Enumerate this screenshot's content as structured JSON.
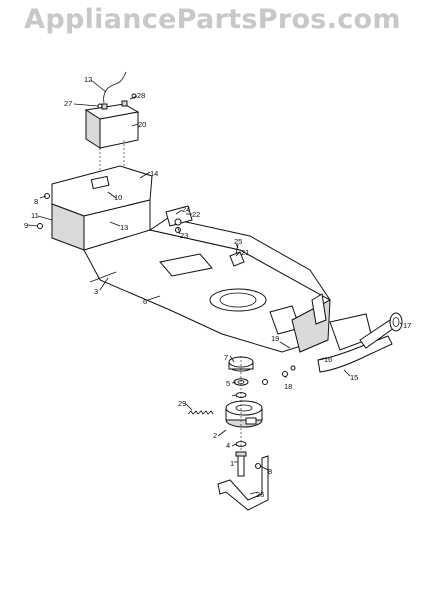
{
  "watermark": "AppliancePartsPros.com",
  "callouts": [
    "1",
    "2",
    "3",
    "4",
    "5",
    "6",
    "7",
    "8",
    "8",
    "9",
    "10",
    "11",
    "12",
    "13",
    "14",
    "15",
    "16",
    "17",
    "18",
    "19",
    "20",
    "21",
    "22",
    "23",
    "24",
    "25",
    "26",
    "27",
    "28",
    "29"
  ]
}
